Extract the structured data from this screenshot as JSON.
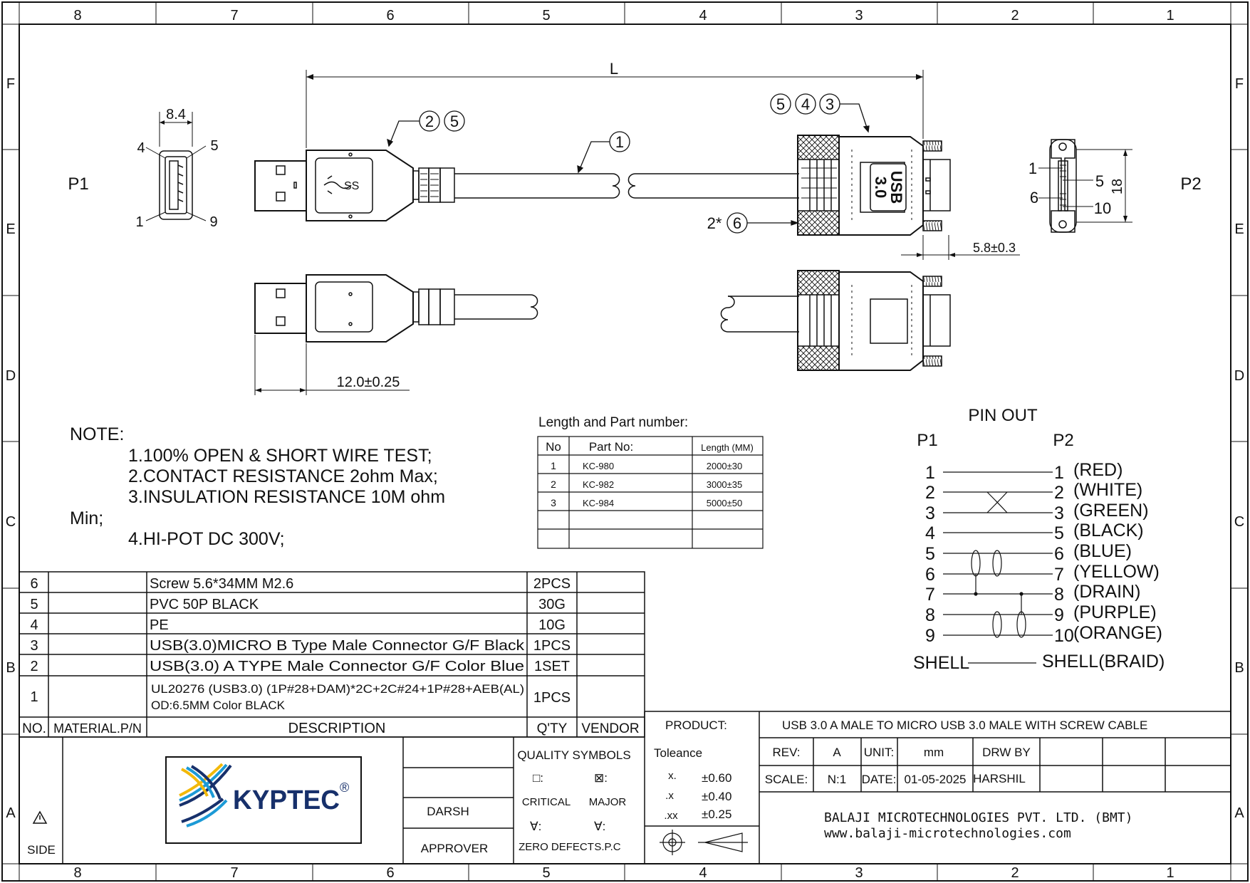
{
  "frame": {
    "col_numbers": [
      "8",
      "7",
      "6",
      "5",
      "4",
      "3",
      "2",
      "1"
    ],
    "row_letters": [
      "F",
      "E",
      "D",
      "C",
      "B",
      "A"
    ]
  },
  "drawing": {
    "length_label": "L",
    "width_dim": "8.4",
    "plug_length_dim": "12.0±0.25",
    "screw_offset_dim": "5.8±0.3",
    "height_dim": "18",
    "p1_label": "P1",
    "p2_label": "P2",
    "p1_pins": {
      "top_left": "4",
      "top_right": "5",
      "bottom_left": "1",
      "bottom_right": "9"
    },
    "p2_pins": {
      "a": "1",
      "b": "5",
      "c": "6",
      "d": "10"
    },
    "balloons": {
      "cable": [
        "1"
      ],
      "a_plug": [
        "2",
        "5"
      ],
      "micro_plug": [
        "5",
        "4",
        "3"
      ],
      "screw": [
        "6"
      ],
      "screw_qty": "2*"
    },
    "usb_badge": {
      "line1": "USB",
      "line2": "3.0"
    }
  },
  "notes": {
    "title": "NOTE:",
    "items": [
      "1.100% OPEN & SHORT WIRE TEST;",
      "2.CONTACT RESISTANCE 2ohm Max;",
      "3.INSULATION RESISTANCE 10M ohm",
      "Min;",
      "4.HI-POT DC 300V;"
    ]
  },
  "part_table": {
    "title": "Length and Part number:",
    "headers": [
      "No",
      "Part No:",
      "Length (MM)"
    ],
    "rows": [
      [
        "1",
        "KC-980",
        "2000±30"
      ],
      [
        "2",
        "KC-982",
        "3000±35"
      ],
      [
        "3",
        "KC-984",
        "5000±50"
      ],
      [
        "",
        "",
        ""
      ],
      [
        "",
        "",
        ""
      ]
    ]
  },
  "pinout": {
    "title": "PIN OUT",
    "col1": "P1",
    "col2": "P2",
    "rows": [
      {
        "p1": "1",
        "p2": "1",
        "color": "(RED)"
      },
      {
        "p1": "2",
        "p2": "2",
        "color": "(WHITE)"
      },
      {
        "p1": "3",
        "p2": "3",
        "color": "(GREEN)"
      },
      {
        "p1": "4",
        "p2": "5",
        "color": "(BLACK)"
      },
      {
        "p1": "5",
        "p2": "6",
        "color": "(BLUE)"
      },
      {
        "p1": "6",
        "p2": "7",
        "color": "(YELLOW)"
      },
      {
        "p1": "7",
        "p2": "8",
        "color": "(DRAIN)"
      },
      {
        "p1": "8",
        "p2": "9",
        "color": "(PURPLE)"
      },
      {
        "p1": "9",
        "p2": "10",
        "color": "(ORANGE)"
      }
    ],
    "shell_left": "SHELL",
    "shell_right": "SHELL(BRAID)"
  },
  "bom": {
    "headers": [
      "NO.",
      "MATERIAL.P/N",
      "DESCRIPTION",
      "Q'TY",
      "VENDOR"
    ],
    "rows": [
      {
        "no": "6",
        "pn": "",
        "desc": [
          "Screw 5.6*34MM M2.6"
        ],
        "qty": "2PCS",
        "vendor": ""
      },
      {
        "no": "5",
        "pn": "",
        "desc": [
          "PVC 50P BLACK"
        ],
        "qty": "30G",
        "vendor": ""
      },
      {
        "no": "4",
        "pn": "",
        "desc": [
          "PE"
        ],
        "qty": "10G",
        "vendor": ""
      },
      {
        "no": "3",
        "pn": "",
        "desc": [
          "USB(3.0)MICRO B Type Male Connector G/F Black"
        ],
        "qty": "1PCS",
        "vendor": ""
      },
      {
        "no": "2",
        "pn": "",
        "desc": [
          "USB(3.0) A TYPE Male Connector G/F Color Blue"
        ],
        "qty": "1SET",
        "vendor": ""
      },
      {
        "no": "1",
        "pn": "",
        "desc": [
          "UL20276 (USB3.0) (1P#28+DAM)*2C+2C#24+1P#28+AEB(AL)",
          "OD:6.5MM Color BLACK"
        ],
        "qty": "1PCS",
        "vendor": ""
      }
    ]
  },
  "title_block": {
    "side_label": "SIDE",
    "logo_text": "KYPTEC",
    "logo_mark": "®",
    "drawn_by_label": "DARSH",
    "approver_label": "APPROVER",
    "quality": {
      "title": "QUALITY SYMBOLS",
      "critical_mark": "□:",
      "major_mark": "⊠:",
      "critical": "CRITICAL",
      "major": "MAJOR",
      "zero_mark": "∀:",
      "spc_mark": "∀:",
      "zero_defect": "ZERO DEFECT",
      "spc": "S.P.C"
    },
    "tolerance": {
      "title": "Toleance",
      "rows": [
        [
          "x.",
          "±0.60"
        ],
        [
          ".x",
          "±0.40"
        ],
        [
          ".xx",
          "±0.25"
        ]
      ]
    },
    "product_label": "PRODUCT:",
    "product": "USB 3.0 A MALE TO MICRO USB 3.0 MALE WITH SCREW CABLE",
    "rev_label": "REV:",
    "rev": "A",
    "unit_label": "UNIT:",
    "unit": "mm",
    "drw_label": "DRW BY",
    "scale_label": "SCALE:",
    "scale": "N:1",
    "date_label": "DATE:",
    "date": "01-05-2025",
    "drw_by": "HARSHIL",
    "company": "BALAJI MICROTECHNOLOGIES PVT. LTD. (BMT)",
    "website": "www.balaji-microtechnologies.com"
  }
}
